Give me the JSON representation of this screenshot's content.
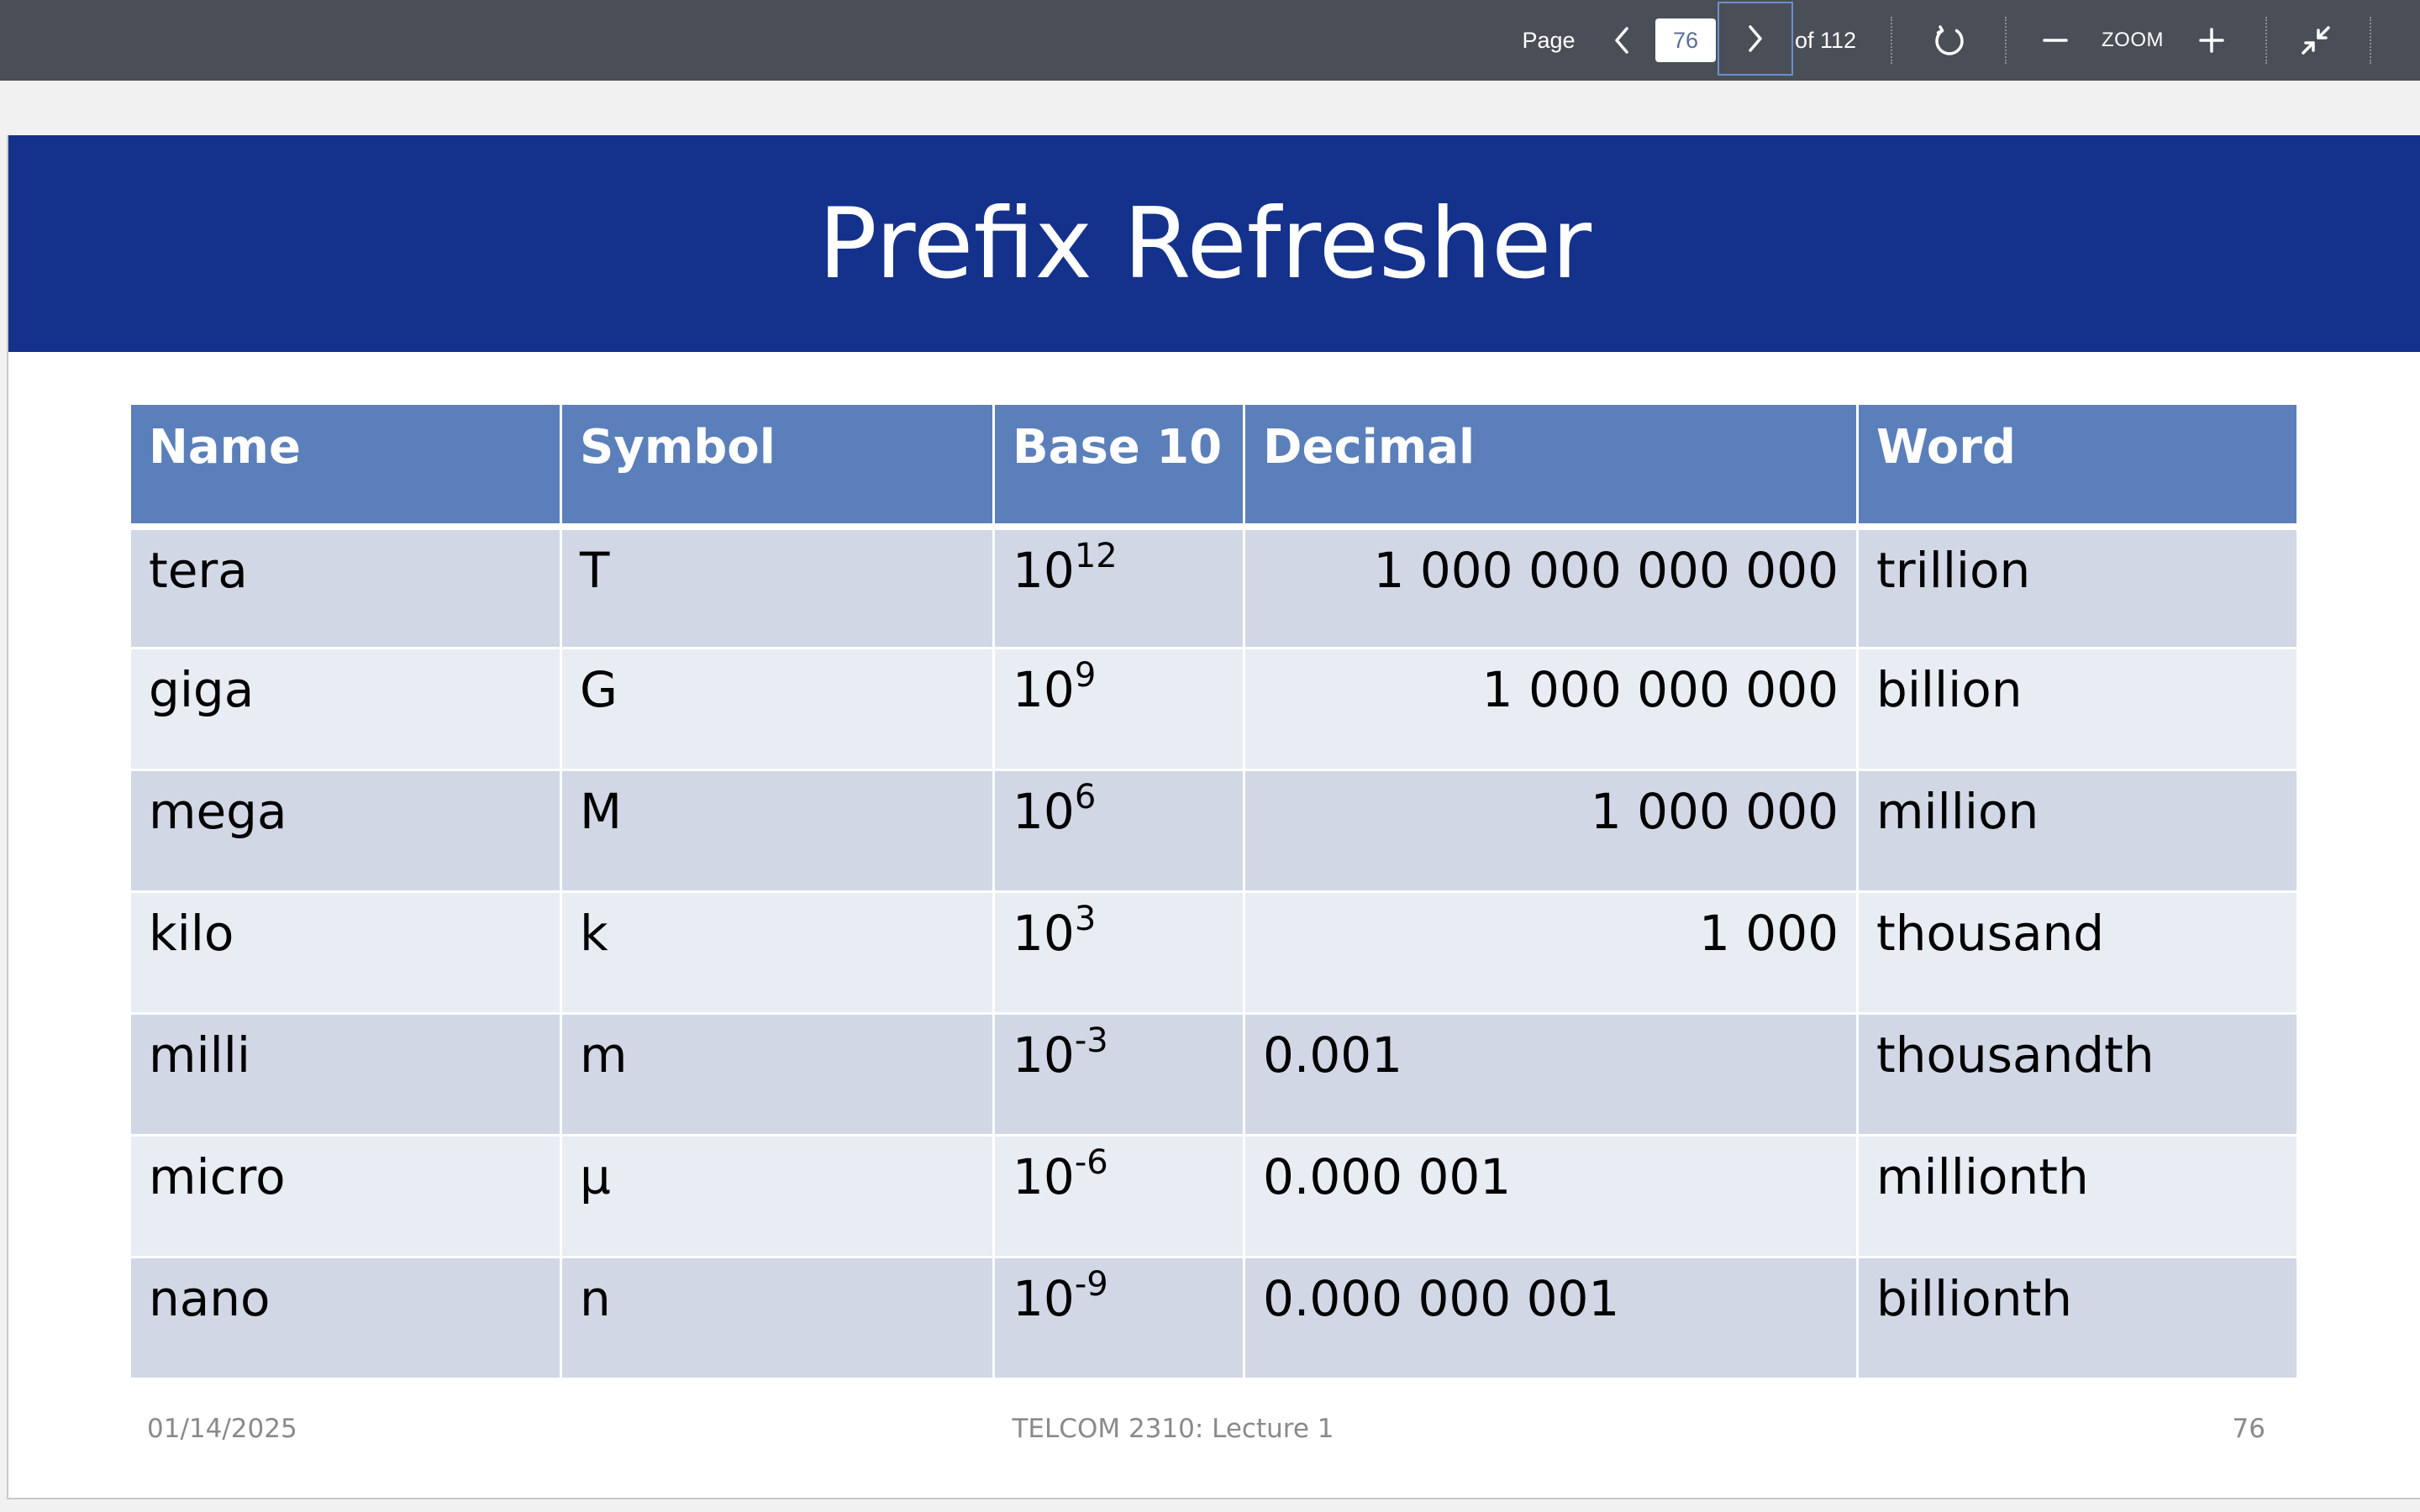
{
  "toolbar": {
    "page_label": "Page",
    "current_page": "76",
    "total_label": "of 112",
    "zoom_label": "ZOOM",
    "icons": {
      "prev": "chevron-left-icon",
      "next": "chevron-right-icon",
      "rotate": "rotate-icon",
      "zoom_out": "minus-icon",
      "zoom_in": "plus-icon",
      "collapse": "collapse-icon"
    },
    "colors": {
      "background": "#4a4e56",
      "focus_outline": "#6d8fd0"
    }
  },
  "slide": {
    "title": "Prefix Refresher",
    "colors": {
      "header_background": "#14318c",
      "table_header": "#5b7fba",
      "row_odd": "#d1d7e5",
      "row_even": "#e8ecf3"
    },
    "table": {
      "headers": [
        "Name",
        "Symbol",
        "Base 10",
        "Decimal",
        "Word"
      ],
      "rows": [
        {
          "name": "tera",
          "symbol": "T",
          "base": "10",
          "exponent": "12",
          "decimal": "1 000 000 000 000",
          "word": "trillion"
        },
        {
          "name": "giga",
          "symbol": "G",
          "base": "10",
          "exponent": "9",
          "decimal": "1 000 000 000",
          "word": "billion"
        },
        {
          "name": "mega",
          "symbol": "M",
          "base": "10",
          "exponent": "6",
          "decimal": "1 000 000",
          "word": "million"
        },
        {
          "name": "kilo",
          "symbol": "k",
          "base": "10",
          "exponent": "3",
          "decimal": "1 000",
          "word": "thousand"
        },
        {
          "name": "milli",
          "symbol": "m",
          "base": "10",
          "exponent": "-3",
          "decimal": "0.001",
          "word": "thousandth"
        },
        {
          "name": "micro",
          "symbol": "µ",
          "base": "10",
          "exponent": "-6",
          "decimal": "0.000 001",
          "word": "millionth"
        },
        {
          "name": "nano",
          "symbol": "n",
          "base": "10",
          "exponent": "-9",
          "decimal": "0.000 000 001",
          "word": "billionth"
        }
      ]
    },
    "footer": {
      "date": "01/14/2025",
      "course": "TELCOM 2310: Lecture 1",
      "page_number": "76"
    }
  }
}
